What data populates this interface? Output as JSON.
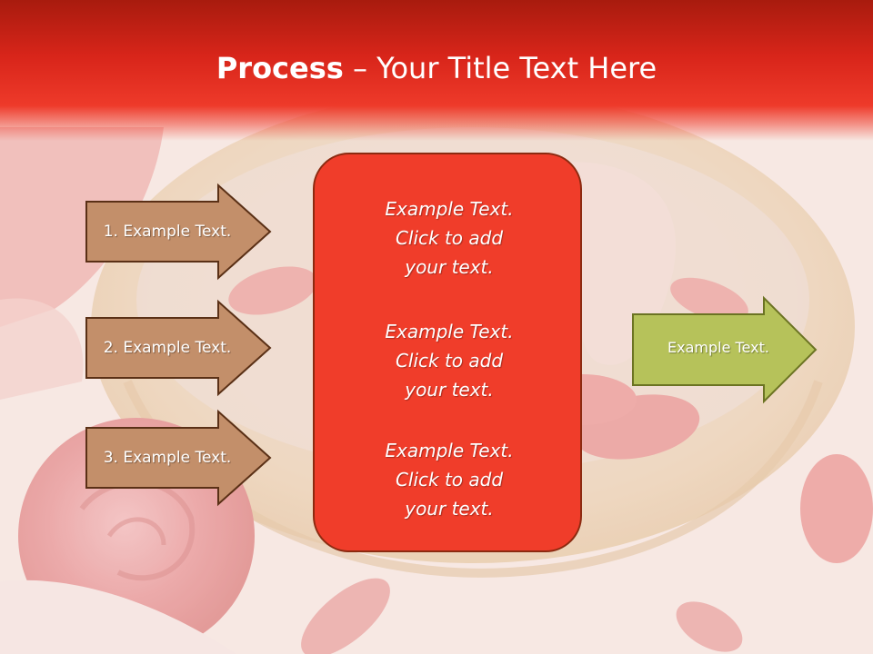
{
  "slide": {
    "title_bold": "Process",
    "title_rest": " – Your Title Text Here",
    "colors": {
      "title_band": "#d8251a",
      "input_arrow_fill": "#c38f6a",
      "input_arrow_stroke": "#5a3016",
      "center_box_fill": "#f03d2a",
      "output_arrow_fill": "#b6c25a",
      "output_arrow_stroke": "#6b7322"
    }
  },
  "input_steps": [
    {
      "label": "1. Example Text."
    },
    {
      "label": "2. Example Text."
    },
    {
      "label": "3. Example Text."
    }
  ],
  "center_box": {
    "paragraphs": [
      {
        "text": "Example Text.\nClick  to add\nyour text."
      },
      {
        "text": "Example Text.\nClick  to add\nyour text."
      },
      {
        "text": "Example Text.\nClick  to add\nyour text."
      }
    ]
  },
  "output_step": {
    "label": "Example Text."
  }
}
